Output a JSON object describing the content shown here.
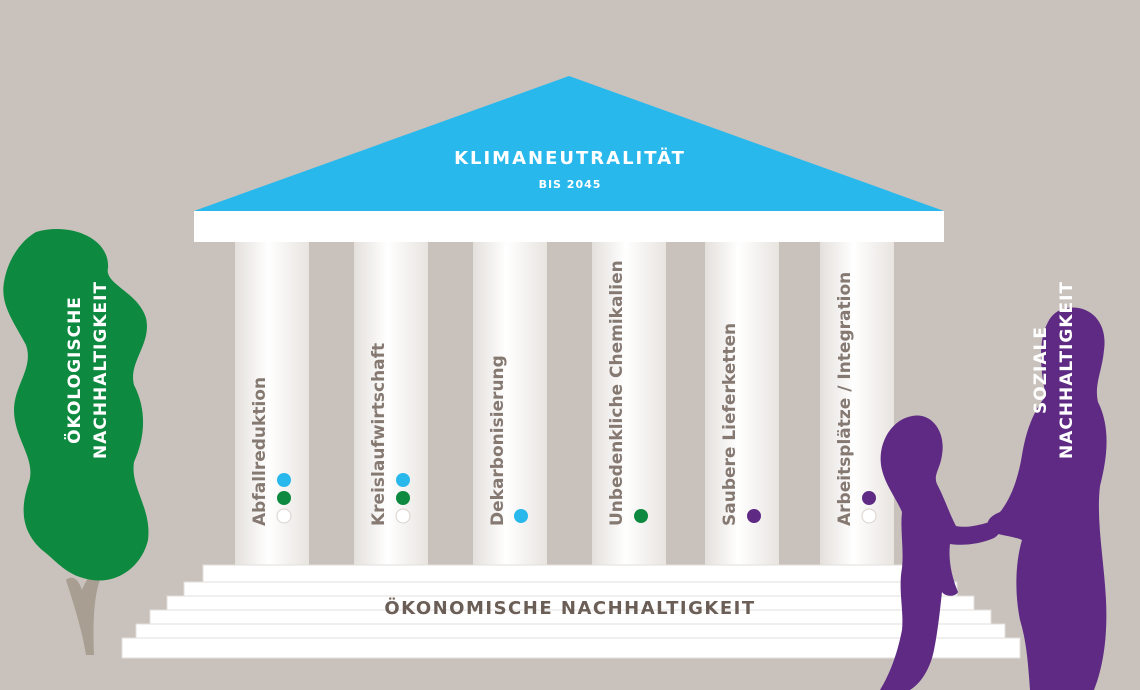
{
  "roof": {
    "title": "KLIMANEUTRALITÄT",
    "subtitle": "BIS 2045"
  },
  "pillars": [
    {
      "label": "Abfallreduktion",
      "dots": [
        "blue",
        "green",
        "white"
      ]
    },
    {
      "label": "Kreislaufwirtschaft",
      "dots": [
        "blue",
        "green",
        "white"
      ]
    },
    {
      "label": "Dekarbonisierung",
      "dots": [
        "blue"
      ]
    },
    {
      "label": "Unbedenkliche Chemikalien",
      "dots": [
        "green"
      ]
    },
    {
      "label": "Saubere Lieferketten",
      "dots": [
        "purple"
      ]
    },
    {
      "label": "Arbeitsplätze / Integration",
      "dots": [
        "purple",
        "white"
      ]
    }
  ],
  "base": {
    "label": "ÖKONOMISCHE NACHHALTIGKEIT"
  },
  "left_side": {
    "line1": "ÖKOLOGISCHE",
    "line2": "NACHHALTIGKEIT"
  },
  "right_side": {
    "line1": "SOZIALE",
    "line2": "NACHHALTIGKEIT"
  },
  "colors": {
    "background": "#c9c2bc",
    "roof": "#29b8ec",
    "green": "#0d8a3f",
    "purple": "#5e2a84",
    "label": "#857972",
    "base_label": "#6b5e56"
  }
}
